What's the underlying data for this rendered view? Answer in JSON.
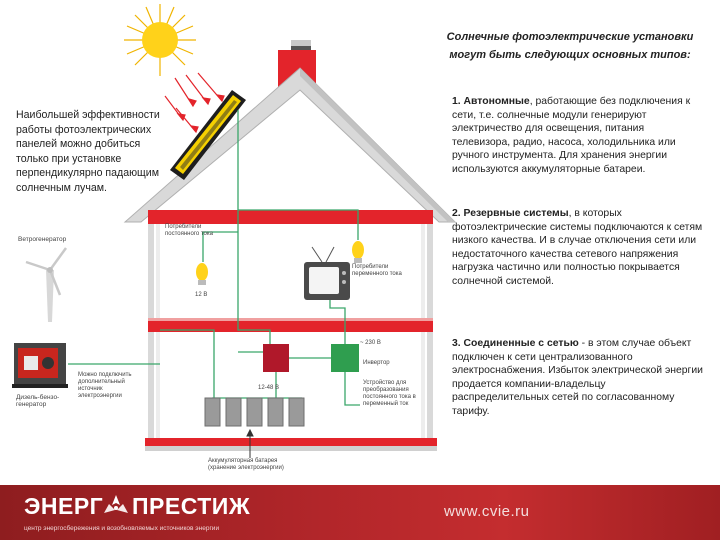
{
  "left_note": "Наибольшей эффективности работы фотоэлектрических панелей можно добиться только при установке перпендикулярно падающим солнечным лучам.",
  "title": "Солнечные фотоэлектрические установки могут быть следующих основных типов:",
  "items": [
    {
      "lead": "1.  Автономные",
      "text": ", работающие без подключения к сети, т.е. солнечные модули генерируют электричество для освещения, питания телевизора, радио, насоса, холодильника или ручного инструмента. Для хранения энергии используются аккумуляторные батареи."
    },
    {
      "lead": "2.  Резервные системы",
      "text": ", в которых фотоэлектрические системы подключаются к сетям низкого качества. И в случае отключения сети или недостаточного качества сетевого напряжения нагрузка частично или полностью покрывается солнечной системой."
    },
    {
      "lead": "3.  Соединенные с сетью",
      "text": " - в этом случае объект подключен к сети централизованного электроснабжения. Избыток электрической энергии продается компании-владельцу распределительных сетей по согласованному тарифу."
    }
  ],
  "diagram_labels": {
    "wind": "Ветрогенератор",
    "consumers_dc": "Потребители постоянного тока",
    "dc_12v": "12 В",
    "consumers_ac": "Потребители переменного тока",
    "ac_230": "~ 230 В",
    "inverter": "Инвертор",
    "converter": "Устройство для преобразования постоянного тока в переменный ток",
    "dc_12_48": "12-48 В",
    "generator_note": "Можно подключить дополнительный источник электроэнергии",
    "diesel": "Дизель-бензо-генератор",
    "batteries": "Аккумуляторная батарея (хранение электроэнергии)"
  },
  "footer": {
    "logo_left": "ЭНЕРГ",
    "logo_right": "ПРЕСТИЖ",
    "tagline": "центр энергосбережения и возобновляемых источников энергии",
    "site": "www.cvie.ru"
  },
  "colors": {
    "house_red": "#e3242b",
    "wire_green": "#3aa66a",
    "panel_yellow": "#f5d000",
    "inverter_green": "#2f9e4f",
    "footer_red": "#b2262a"
  }
}
